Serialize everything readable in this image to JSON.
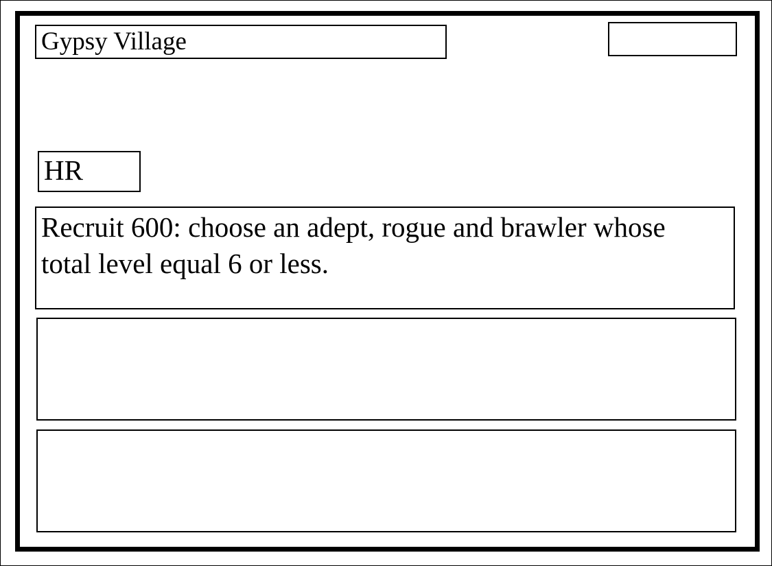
{
  "card": {
    "title": "Gypsy Village",
    "cost": "",
    "type": "HR",
    "ability_text": "Recruit 600: choose an adept, rogue and brawler whose total level equal 6 or less.",
    "text_box_2": "",
    "text_box_3": ""
  }
}
